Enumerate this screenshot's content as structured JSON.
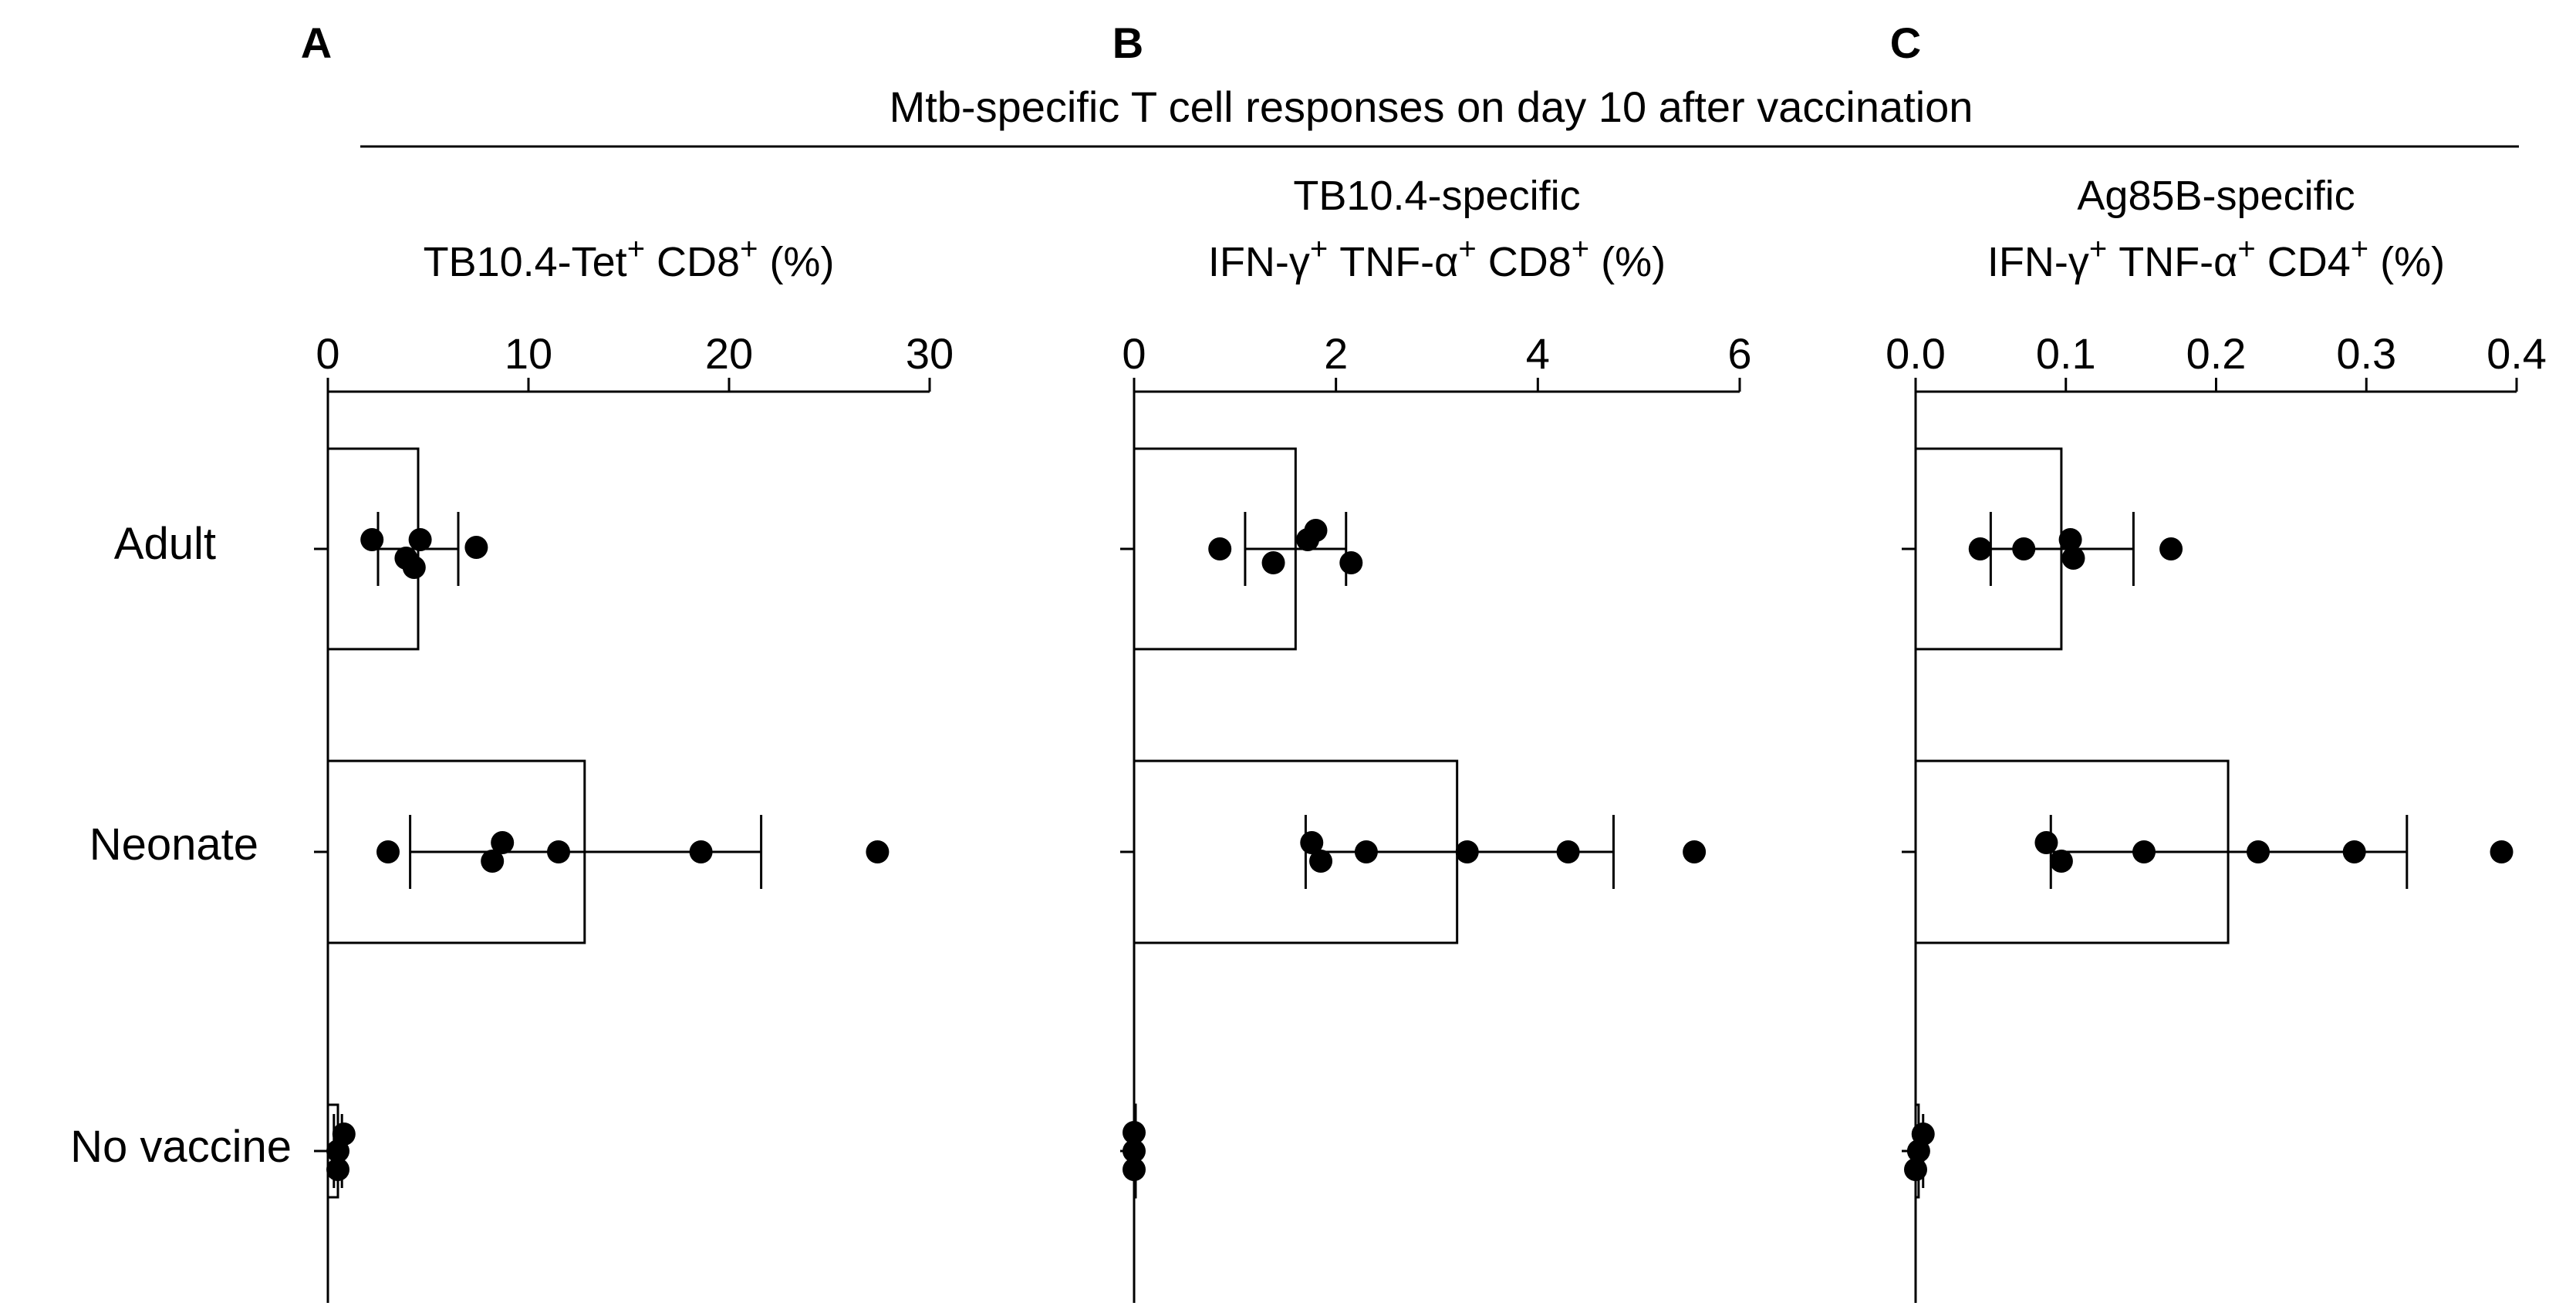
{
  "figure_title": "Mtb-specific T cell responses on day 10 after vaccination",
  "categories": [
    "Adult",
    "Neonate",
    "No vaccine"
  ],
  "chart_data": [
    {
      "type": "bar",
      "panel": "A",
      "xlabel_parts": [
        {
          "t": "TB10.4-Tet"
        },
        {
          "t": "+",
          "sup": true
        },
        {
          "t": " CD8"
        },
        {
          "t": "+",
          "sup": true
        },
        {
          "t": " (%)"
        }
      ],
      "xlabel_lines": 1,
      "xlim": [
        0,
        30
      ],
      "ticks": [
        0,
        10,
        20,
        30
      ],
      "tick_labels": [
        "0",
        "10",
        "20",
        "30"
      ],
      "bars": [
        {
          "category": "Adult",
          "mean": 4.5,
          "err_low": 2.5,
          "err_high": 6.5,
          "points": [
            [
              2.2,
              -0.06
            ],
            [
              4.6,
              -0.06
            ],
            [
              7.4,
              -0.01
            ],
            [
              3.9,
              0.06
            ],
            [
              4.3,
              0.12
            ]
          ]
        },
        {
          "category": "Neonate",
          "mean": 12.8,
          "err_low": 4.1,
          "err_high": 21.6,
          "points": [
            [
              3.0,
              0.0
            ],
            [
              8.7,
              -0.06
            ],
            [
              8.2,
              0.06
            ],
            [
              11.5,
              0.0
            ],
            [
              18.6,
              0.0
            ],
            [
              27.4,
              0.0
            ]
          ]
        },
        {
          "category": "No vaccine",
          "mean": 0.5,
          "err_low": 0.3,
          "err_high": 0.7,
          "points": [
            [
              0.8,
              -0.11
            ],
            [
              0.5,
              0.0
            ],
            [
              0.5,
              0.12
            ]
          ]
        }
      ]
    },
    {
      "type": "bar",
      "panel": "B",
      "xlabel_parts": [
        {
          "t": "IFN-γ"
        },
        {
          "t": "+",
          "sup": true
        },
        {
          "t": " TNF-α"
        },
        {
          "t": "+",
          "sup": true
        },
        {
          "t": " CD8"
        },
        {
          "t": "+",
          "sup": true
        },
        {
          "t": " (%)"
        }
      ],
      "xlabel_top": "TB10.4-specific",
      "xlabel_lines": 2,
      "xlim": [
        0,
        6
      ],
      "ticks": [
        0,
        2,
        4,
        6
      ],
      "tick_labels": [
        "0",
        "2",
        "4",
        "6"
      ],
      "bars": [
        {
          "category": "Adult",
          "mean": 1.6,
          "err_low": 1.1,
          "err_high": 2.1,
          "points": [
            [
              0.85,
              0.0
            ],
            [
              1.38,
              0.09
            ],
            [
              1.72,
              -0.06
            ],
            [
              1.8,
              -0.12
            ],
            [
              2.15,
              0.09
            ]
          ]
        },
        {
          "category": "Neonate",
          "mean": 3.2,
          "err_low": 1.7,
          "err_high": 4.75,
          "points": [
            [
              1.76,
              -0.06
            ],
            [
              1.85,
              0.06
            ],
            [
              2.3,
              0.0
            ],
            [
              3.3,
              0.0
            ],
            [
              4.3,
              0.0
            ],
            [
              5.55,
              0.0
            ]
          ]
        },
        {
          "category": "No vaccine",
          "mean": 0.0,
          "err_low": 0.0,
          "err_high": 0.0,
          "points": [
            [
              0.0,
              -0.12
            ],
            [
              0.0,
              0.0
            ],
            [
              0.0,
              0.12
            ]
          ]
        }
      ]
    },
    {
      "type": "bar",
      "panel": "C",
      "xlabel_parts": [
        {
          "t": "IFN-γ"
        },
        {
          "t": "+",
          "sup": true
        },
        {
          "t": " TNF-α"
        },
        {
          "t": "+",
          "sup": true
        },
        {
          "t": " CD4"
        },
        {
          "t": "+",
          "sup": true
        },
        {
          "t": " (%)"
        }
      ],
      "xlabel_top": "Ag85B-specific",
      "xlabel_lines": 2,
      "xlim": [
        0,
        0.4
      ],
      "ticks": [
        0,
        0.1,
        0.2,
        0.3,
        0.4
      ],
      "tick_labels": [
        "0.0",
        "0.1",
        "0.2",
        "0.3",
        "0.4"
      ],
      "bars": [
        {
          "category": "Adult",
          "mean": 0.097,
          "err_low": 0.05,
          "err_high": 0.145,
          "points": [
            [
              0.043,
              0.0
            ],
            [
              0.072,
              0.0
            ],
            [
              0.103,
              -0.06
            ],
            [
              0.105,
              0.06
            ],
            [
              0.17,
              0.0
            ]
          ]
        },
        {
          "category": "Neonate",
          "mean": 0.208,
          "err_low": 0.09,
          "err_high": 0.327,
          "points": [
            [
              0.087,
              -0.06
            ],
            [
              0.097,
              0.06
            ],
            [
              0.152,
              0.0
            ],
            [
              0.228,
              0.0
            ],
            [
              0.292,
              0.0
            ],
            [
              0.39,
              0.0
            ]
          ]
        },
        {
          "category": "No vaccine",
          "mean": 0.002,
          "err_low": 0.0,
          "err_high": 0.005,
          "points": [
            [
              0.005,
              -0.11
            ],
            [
              0.002,
              0.0
            ],
            [
              0.0,
              0.12
            ]
          ]
        }
      ]
    }
  ]
}
